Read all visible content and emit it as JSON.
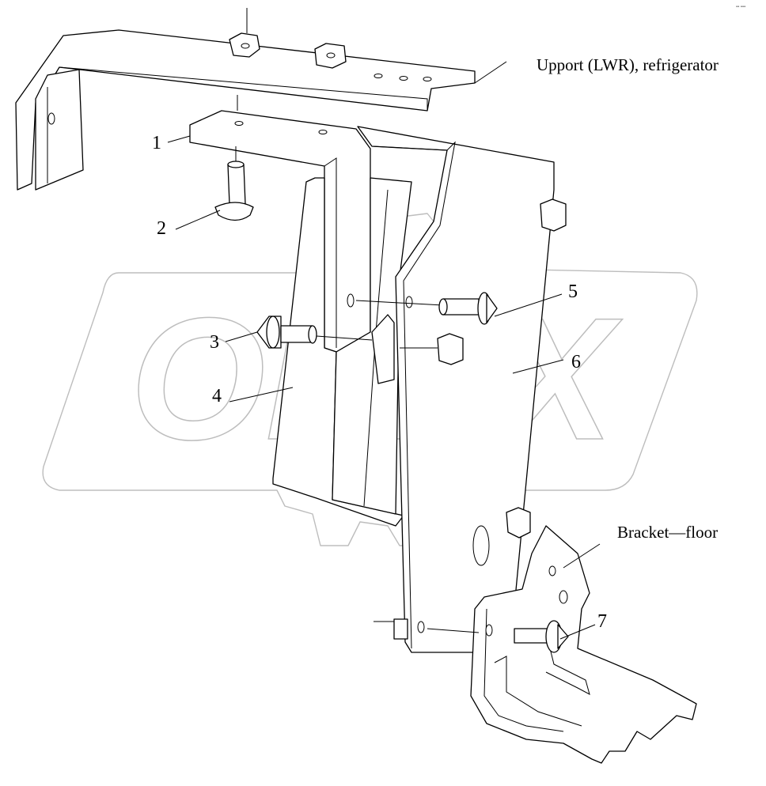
{
  "diagram": {
    "corner_mark": "▪▪ ▪▪▪",
    "watermark": "OPEX",
    "captions": {
      "support": "Upport (LWR), refrigerator",
      "bracket": "Bracket—floor"
    },
    "callouts": [
      "1",
      "2",
      "3",
      "4",
      "5",
      "6",
      "7"
    ]
  }
}
